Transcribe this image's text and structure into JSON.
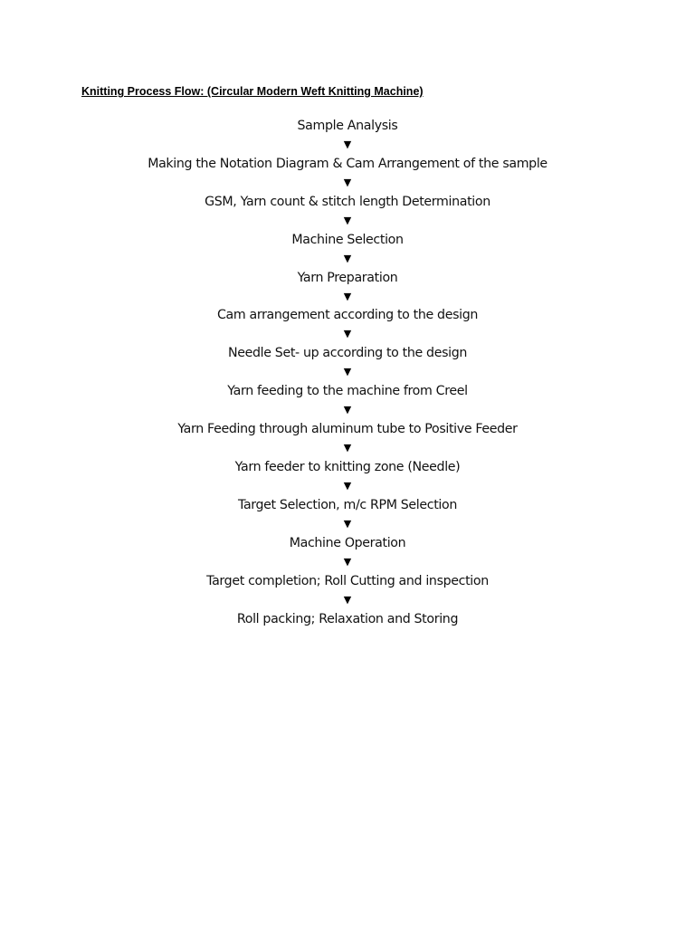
{
  "document": {
    "title": "Knitting Process Flow: (Circular Modern Weft Knitting Machine)",
    "arrow_glyph": "▼",
    "steps": [
      "Sample Analysis",
      "Making the Notation Diagram & Cam Arrangement of the sample",
      "GSM, Yarn count & stitch length Determination",
      "Machine Selection",
      "Yarn Preparation",
      "Cam arrangement according to the design",
      "Needle Set- up according to the design",
      "Yarn feeding to the machine from Creel",
      "Yarn Feeding through aluminum tube to Positive Feeder",
      "Yarn feeder to knitting zone (Needle)",
      "Target Selection, m/c RPM Selection",
      "Machine Operation",
      "Target completion; Roll Cutting and inspection",
      "Roll packing; Relaxation and Storing"
    ]
  }
}
